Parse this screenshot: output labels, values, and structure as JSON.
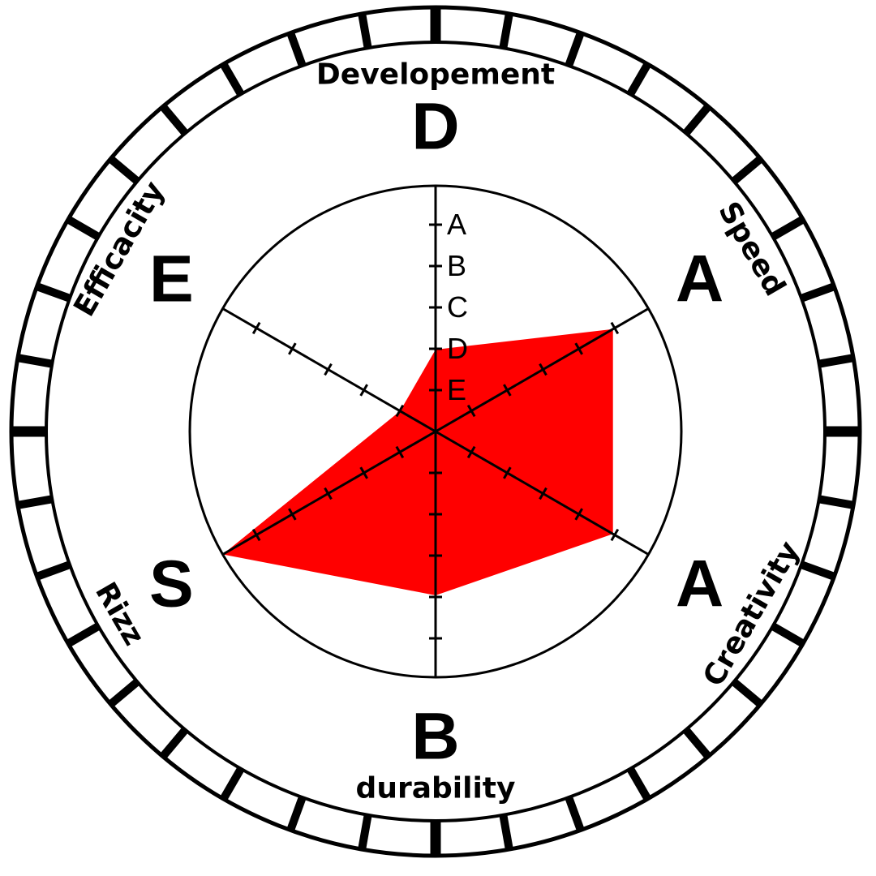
{
  "chart_data": {
    "type": "radar",
    "scale_labels": [
      "A",
      "B",
      "C",
      "D",
      "E"
    ],
    "axes": [
      {
        "name": "Developement",
        "grade": "D",
        "value": 2
      },
      {
        "name": "Speed",
        "grade": "A",
        "value": 5
      },
      {
        "name": "Creativity",
        "grade": "A",
        "value": 5
      },
      {
        "name": "durability",
        "grade": "B",
        "value": 4
      },
      {
        "name": "Rizz",
        "grade": "S",
        "value": 6
      },
      {
        "name": "Efficacity",
        "grade": "E",
        "value": 1
      }
    ],
    "fill_color": "#ff0000",
    "line_color": "#000000"
  }
}
